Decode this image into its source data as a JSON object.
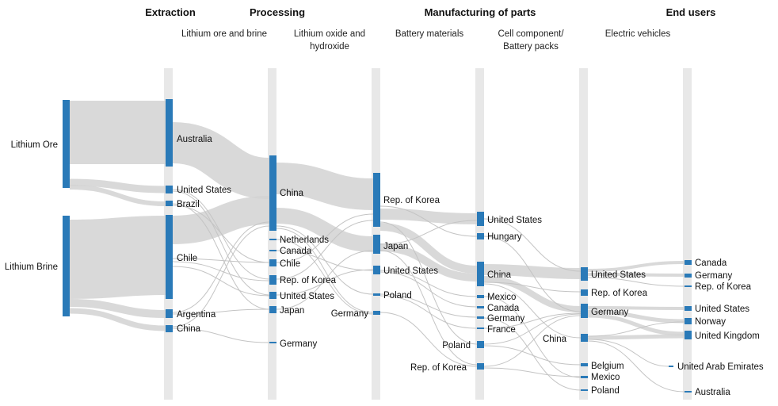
{
  "stages": [
    {
      "title": "Extraction",
      "subtitle": [
        "Lithium ore and brine"
      ]
    },
    {
      "title": "Processing",
      "subtitle": [
        "Lithium oxide and",
        "hydroxide"
      ]
    },
    {
      "title": "Manufacturing of parts",
      "subtitle": [
        "Battery materials"
      ]
    },
    {
      "title": "",
      "subtitle": [
        "Cell component/",
        "Battery packs"
      ]
    },
    {
      "title": "End users",
      "subtitle": [
        "Electric vehicles"
      ]
    }
  ],
  "columns": [
    {
      "nodes": [
        "Lithium Ore",
        "Lithium Brine"
      ]
    },
    {
      "nodes": [
        "Australia",
        "United States",
        "Brazil",
        "Chile",
        "Argentina",
        "China"
      ]
    },
    {
      "nodes": [
        "China",
        "Netherlands",
        "Canada",
        "Chile",
        "Rep. of Korea",
        "United States",
        "Japan",
        "Germany"
      ]
    },
    {
      "nodes": [
        "Rep. of Korea",
        "Japan",
        "United States",
        "Poland",
        "Germany"
      ]
    },
    {
      "nodes": [
        "United States",
        "Hungary",
        "China",
        "Mexico",
        "Canada",
        "Germany",
        "France",
        "Poland",
        "Rep. of Korea"
      ]
    },
    {
      "nodes": [
        "United States",
        "Rep. of Korea",
        "Germany",
        "China",
        "Belgium",
        "Mexico",
        "Poland"
      ]
    },
    {
      "nodes": [
        "Canada",
        "Germany",
        "Rep. of Korea",
        "United States",
        "Norway",
        "United Kingdom",
        "United Arab Emirates",
        "Australia"
      ]
    }
  ],
  "colors": {
    "node": "#2a7ab8",
    "flow": "#d2d2d2",
    "guide": "#e8e8e8"
  }
}
